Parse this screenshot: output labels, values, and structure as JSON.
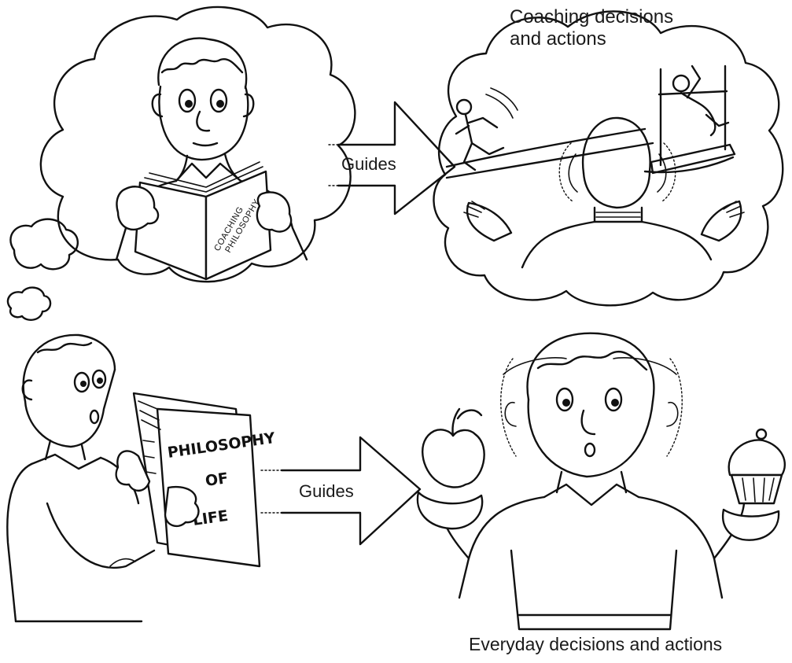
{
  "labels": {
    "coaching_caption": "Coaching decisions\nand actions",
    "guides_top": "Guides",
    "guides_bottom": "Guides",
    "everyday_caption": "Everyday decisions and actions"
  },
  "books": {
    "coaching_book_line1": "COACHING",
    "coaching_book_line2": "PHILOSOPHY",
    "life_book_line1": "PHILOSOPHY",
    "life_book_line2": "OF",
    "life_book_line3": "LIFE"
  },
  "colors": {
    "ink": "#111111",
    "paper": "#ffffff"
  }
}
